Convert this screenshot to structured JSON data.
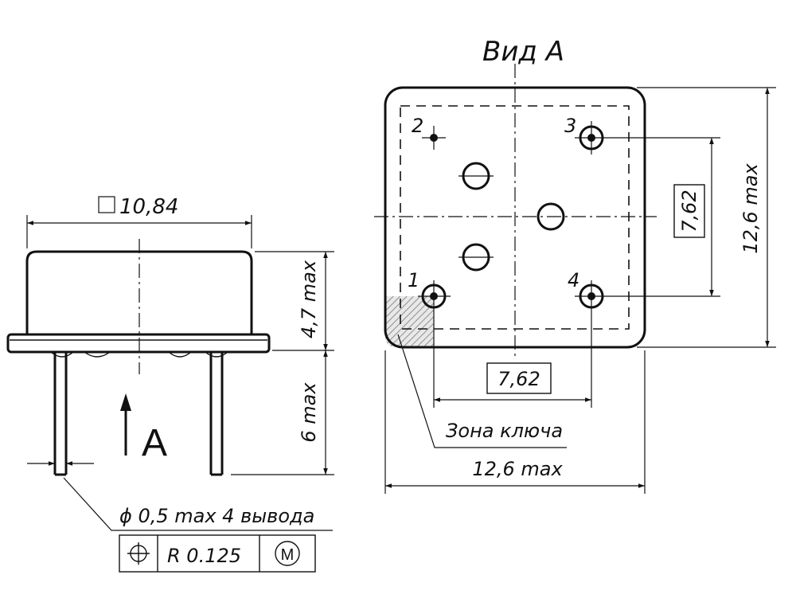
{
  "side_view": {
    "size_label": "10,84",
    "height_top_label": "4,7 max",
    "height_pins_label": "6 max",
    "view_arrow_label": "A",
    "lead_note": "ϕ 0,5 max 4 вывода",
    "tolerance_frame": {
      "position_symbol": "⌖",
      "value": "R 0.125",
      "modifier": "M"
    }
  },
  "view_a": {
    "title": "Вид A",
    "pin_labels": [
      "1",
      "2",
      "3",
      "4"
    ],
    "pitch_horizontal_label": "7,62",
    "pitch_vertical_label": "7,62",
    "overall_width_label": "12,6 max",
    "overall_height_label": "12,6 max",
    "key_zone_label": "Зона ключа"
  }
}
